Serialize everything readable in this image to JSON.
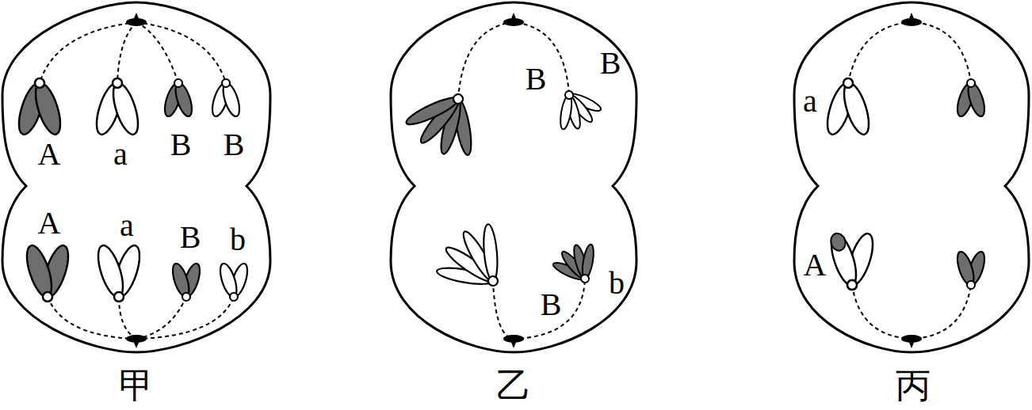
{
  "diagram": {
    "labels": [
      "A",
      "a",
      "B",
      "B",
      "A",
      "a",
      "B",
      "b",
      "B",
      "B",
      "B",
      "b",
      "a",
      "A",
      "甲",
      "乙",
      "丙"
    ]
  }
}
